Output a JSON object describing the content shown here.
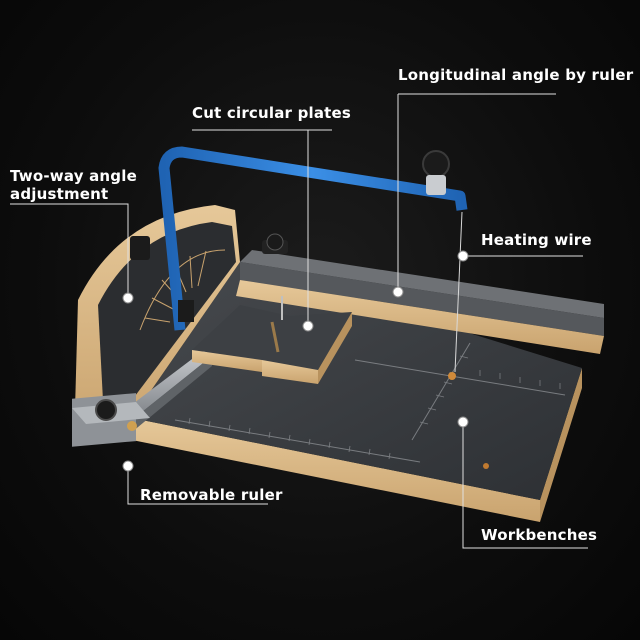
{
  "labels": {
    "longitudinal": "Longitudinal angle by ruler",
    "cut_plates": "Cut circular plates",
    "two_way_line1": "Two-way angle",
    "two_way_line2": "adjustment",
    "heating_wire": "Heating wire",
    "removable_ruler": "Removable ruler",
    "workbenches": "Workbenches"
  },
  "colors": {
    "background": "#0d0d0d",
    "frame_blue": "#2f7fd6",
    "plywood": "#d9b887",
    "board": "#3b3e42",
    "callout": "#e0e0e0"
  }
}
